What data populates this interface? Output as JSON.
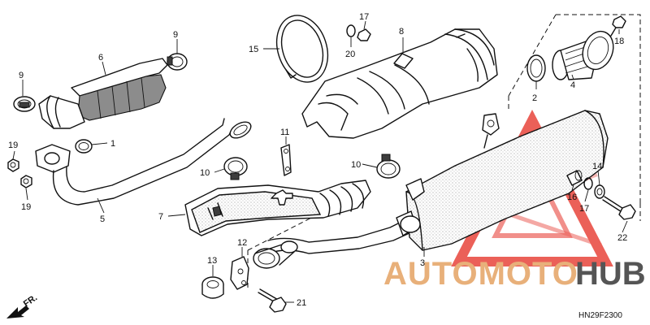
{
  "diagram_code": "HN29F2300",
  "direction_label": "FR.",
  "watermark": {
    "part1": "AUTOMOTO",
    "part2": "HUB",
    "red": "#e8453c",
    "orange": "#e8b07a",
    "gray": "#7a7a7a"
  },
  "callouts": {
    "c1": "1",
    "c2": "2",
    "c3": "3",
    "c4": "4",
    "c5": "5",
    "c6": "6",
    "c7": "7",
    "c8": "8",
    "c9a": "9",
    "c9b": "9",
    "c10a": "10",
    "c10b": "10",
    "c11": "11",
    "c12": "12",
    "c13": "13",
    "c14": "14",
    "c15": "15",
    "c16": "16",
    "c17a": "17",
    "c17b": "17",
    "c18": "18",
    "c19a": "19",
    "c19b": "19",
    "c20": "20",
    "c21": "21",
    "c22": "22"
  }
}
